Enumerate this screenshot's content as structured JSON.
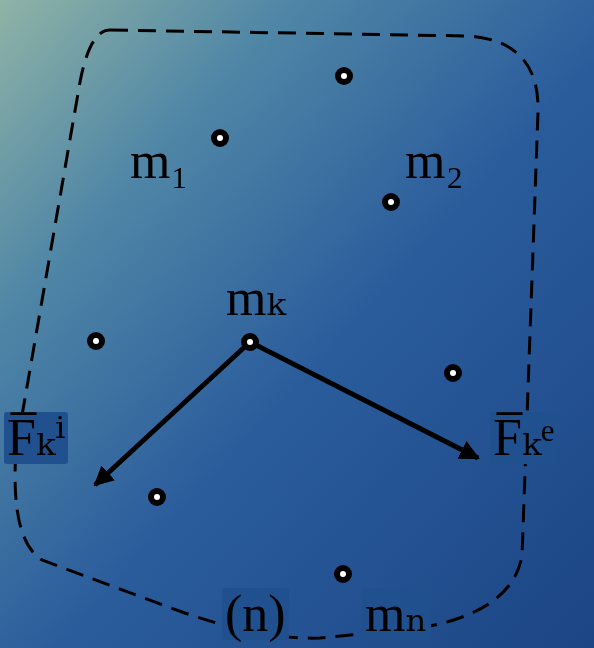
{
  "diagram": {
    "nodes": [
      {
        "text": [
          "(n)"
        ]
      }
    ],
    "labels": [
      "m₁",
      "m₂",
      "mₖ",
      "F̅ₖⁱ",
      "F̅ₖᵉ",
      "mₙ"
    ]
  }
}
